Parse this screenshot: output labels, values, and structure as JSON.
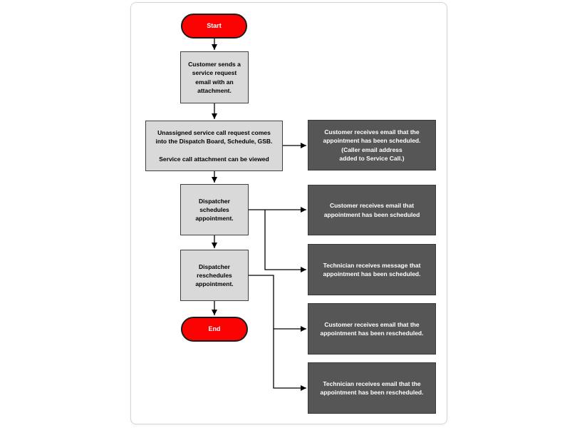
{
  "diagram": {
    "kind": "flowchart",
    "colors": {
      "terminator_fill": "#fb0303",
      "terminator_border": "#1c1c1c",
      "terminator_text": "#ffffff",
      "process_fill": "#d9d9d9",
      "process_border": "#404040",
      "process_text": "#000000",
      "output_fill": "#565656",
      "output_border": "#383838",
      "output_text": "#ffffff",
      "connector": "#000000",
      "page_background": "#ffffff",
      "page_border": "#d5d5d5"
    },
    "nodes": {
      "start": {
        "type": "terminator",
        "label": "Start"
      },
      "step1": {
        "type": "process",
        "label": "Customer sends a\nservice request\nemail with an\nattachment."
      },
      "step2": {
        "type": "process",
        "label": "Unassigned service call request comes\ninto the Dispatch Board, Schedule, GSB.\n\nService call attachment can be viewed"
      },
      "step3": {
        "type": "process",
        "label": "Dispatcher\nschedules\nappointment."
      },
      "step4": {
        "type": "process",
        "label": "Dispatcher\nreschedules\nappointment."
      },
      "end": {
        "type": "terminator",
        "label": "End"
      },
      "output1": {
        "type": "output",
        "label": "Customer receives email that the\nappointment has been scheduled.\n(Caller email address\nadded to Service Call.)"
      },
      "output2": {
        "type": "output",
        "label": "Customer receives email that\nappointment has been scheduled"
      },
      "output3": {
        "type": "output",
        "label": "Technician receives message that\nappointment has been scheduled."
      },
      "output4": {
        "type": "output",
        "label": "Customer receives email that the\nappointment has been rescheduled."
      },
      "output5": {
        "type": "output",
        "label": "Technician receives email that the\nappointment has been rescheduled."
      }
    },
    "edges": [
      {
        "from": "start",
        "to": "step1"
      },
      {
        "from": "step1",
        "to": "step2"
      },
      {
        "from": "step2",
        "to": "step3"
      },
      {
        "from": "step3",
        "to": "step4"
      },
      {
        "from": "step4",
        "to": "end"
      },
      {
        "from": "step2",
        "to": "output1"
      },
      {
        "from": "step3",
        "to": "output2"
      },
      {
        "from": "step3",
        "to": "output3"
      },
      {
        "from": "step4",
        "to": "output4"
      },
      {
        "from": "step4",
        "to": "output5"
      }
    ]
  }
}
